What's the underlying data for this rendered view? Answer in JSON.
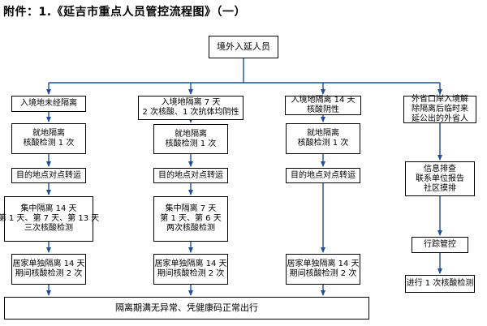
{
  "title": "附件：1.《延吉市重点人员管控流程图》（一）",
  "top": "境外入延人员",
  "col1": {
    "b1": "入境地未经隔离",
    "b2": [
      "就地隔离",
      "核酸检测 1 次"
    ],
    "b3": "目的地点对点转运",
    "b4": [
      "集中隔离 14 天",
      "第 1 天、第 7 天、第 13 天",
      "三次核酸检测"
    ],
    "b5": [
      "居家单独隔离 14 天",
      "期间核酸检测 2 次"
    ]
  },
  "col2": {
    "b1": [
      "入境地隔离 7 天",
      "2 次核酸、1 次抗体均阴性"
    ],
    "b2": [
      "就地隔离",
      "核酸检测 1 次"
    ],
    "b3": "目的地点对点转运",
    "b4": [
      "集中隔离 7 天",
      "第 1 天、第 6 天",
      "两次核酸检测"
    ],
    "b5": [
      "居家单独隔离 14 天",
      "期间核酸检测 2 次"
    ]
  },
  "col3": {
    "b1": [
      "入境地隔离 14 天",
      "核酸阴性"
    ],
    "b2": [
      "就地隔离",
      "核酸检测 1 次"
    ],
    "b3": "目的地点对点转运",
    "b5": [
      "居家单独隔离 14 天",
      "期间核酸检测 2 次"
    ]
  },
  "col4": {
    "b1": [
      "外省口岸入境解",
      "除隔离后临时来",
      "延公出的外省人"
    ],
    "b2": [
      "信息排查",
      "联系单位报告",
      "社区摸排"
    ],
    "b3": "行踪管控",
    "b4": "进行 1 次核酸检测"
  },
  "bottom": "隔离期满无异常、凭健康码正常出行"
}
